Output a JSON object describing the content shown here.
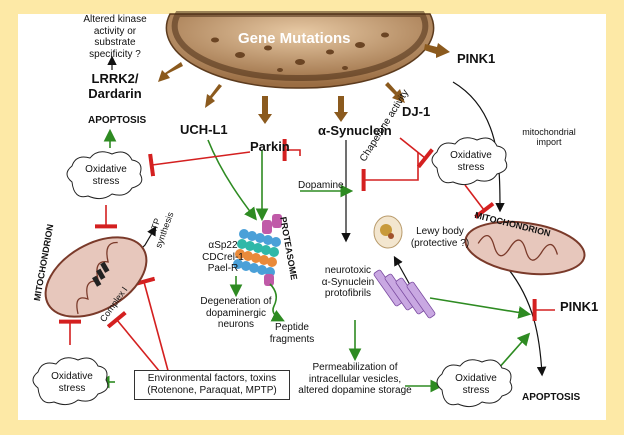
{
  "gene_mutations": "Gene Mutations",
  "altered_kinase": "Altered kinase\nactivity or substrate\nspecificity ?",
  "lrrk2": "LRRK2/\nDardarin",
  "apoptosis_top": "APOPTOSIS",
  "uchl1": "UCH-L1",
  "parkin": "Parkin",
  "asyn": "α-Synuclein",
  "dj1": "DJ-1",
  "pink1_top": "PINK1",
  "mito_import": "mitochondrial\nimport",
  "oxidative_stress": "Oxidative\nstress",
  "dopamine": "Dopamine",
  "chaperone": "Chaperone activity",
  "mitochondrion": "MITOCHONDRION",
  "atp_synthesis": "ATP\nsynthesis",
  "complex1": "Complex I",
  "substrates": "αSp22\nCDCrel-1\nPael-R",
  "degeneration": "Degeneration of\ndopaminergic\nneurons",
  "proteasome": "PROTEASOME",
  "peptide": "Peptide\nfragments",
  "lewy": "Lewy body\n(protective ?)",
  "protofibrils": "neurotoxic\nα-Synuclein\nprotofibrils",
  "pink1_right": "PINK1",
  "env_line1": "Environmental factors, toxins",
  "env_line2": "(Rotenone, Paraquat, MPTP)",
  "permeabilization": "Permeabilization of\nintracellular vesicles,\naltered dopamine storage",
  "apoptosis_bottom": "APOPTOSIS",
  "colors": {
    "frame": "#fde9a6",
    "inhibit": "#d42020",
    "activate": "#2e8b22",
    "mutation_arrow": "#8b5a1e",
    "mito_fill": "#e7c7bc",
    "mito_stroke": "#7a3a2a"
  }
}
